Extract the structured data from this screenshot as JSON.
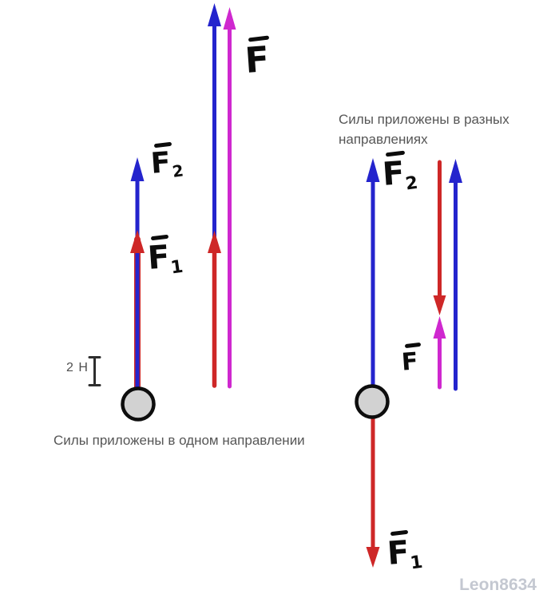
{
  "colors": {
    "blue": "#2424cd",
    "red": "#ce2727",
    "magenta": "#cf28cf",
    "circle_fill": "#d2d2d2",
    "ink": "#0d0d0d"
  },
  "left_diagram": {
    "caption": "Силы приложены в одном направлении",
    "scale_label": "2 Н",
    "force1_label": {
      "base": "F",
      "sub": "1"
    },
    "force2_label": {
      "base": "F",
      "sub": "2"
    },
    "resultant_label": {
      "base": "F",
      "sub": ""
    }
  },
  "right_diagram": {
    "caption": "Силы приложены в разных направлениях",
    "force1_label": {
      "base": "F",
      "sub": "1"
    },
    "force2_label": {
      "base": "F",
      "sub": "2"
    },
    "resultant_label": {
      "base": "F",
      "sub": ""
    }
  },
  "watermark": "Leon8634"
}
